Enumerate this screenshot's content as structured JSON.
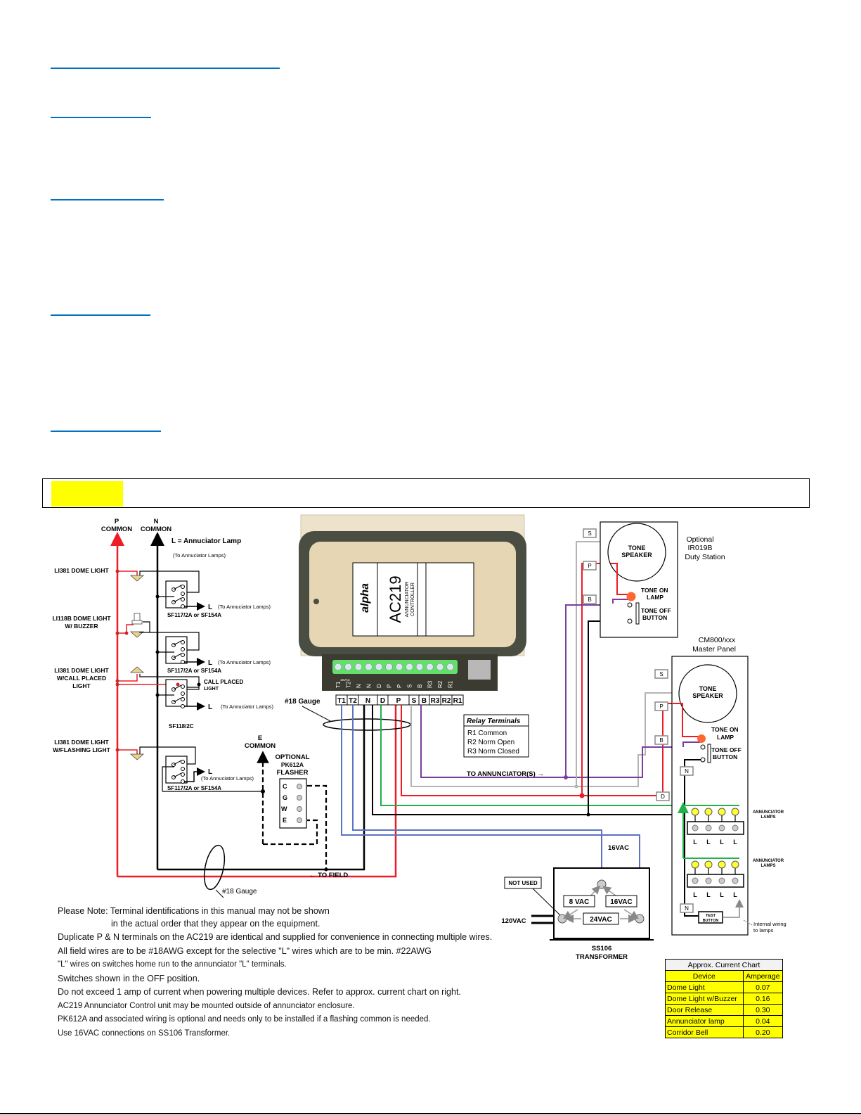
{
  "page": {
    "section_underlines": 5,
    "header_box": {
      "highlight_color": "#ffff00"
    },
    "accent_color": "#0070c0"
  },
  "diagram": {
    "left": {
      "p_common": [
        "P",
        "COMMON"
      ],
      "n_common": [
        "N",
        "COMMON"
      ],
      "legend_lamp": "L = Annuciator Lamp",
      "legend_to_lamps": "(To Annuciator Lamps)",
      "devices": [
        {
          "label": [
            "LI381 DOME LIGHT"
          ],
          "switch": "SF117/2A  or  SF154A",
          "out": "L",
          "out_note": "(To Annuciator Lamps)"
        },
        {
          "label": [
            "LI118B DOME LIGHT",
            "W/ BUZZER"
          ],
          "switch": "SF117/2A  or  SF154A",
          "out": "L",
          "out_note": "(To Annuciator Lamps)"
        },
        {
          "label": [
            "LI381 DOME LIGHT",
            "W/CALL PLACED",
            "LIGHT"
          ],
          "switch": "SF118/2C",
          "out": "L",
          "out_note": "(To Annuciator Lamps)",
          "extra": [
            "CALL PLACED",
            "LIGHT"
          ]
        },
        {
          "label": [
            "LI381 DOME LIGHT",
            "W/FLASHING LIGHT"
          ],
          "switch": "SF117/2A  or  SF154A",
          "out": "L",
          "out_note": "(To Annuciator Lamps)"
        }
      ],
      "e_common": [
        "E",
        "COMMON"
      ],
      "flasher": {
        "title": [
          "OPTIONAL",
          "PK612A",
          "FLASHER"
        ],
        "terminals": [
          "C",
          "G",
          "W",
          "E"
        ]
      },
      "gauge_bottom": "#18 Gauge",
      "to_field": "← TO FIELD"
    },
    "controller": {
      "model": "AC219",
      "name": [
        "ANNUNCIATOR",
        "CONTROLLER"
      ],
      "brand": "alpha",
      "board_labels": [
        "T1",
        "T2",
        "N",
        "N",
        "D",
        "P",
        "P",
        "S",
        "B",
        "R3",
        "R2",
        "R1"
      ],
      "board_sublabel": "16VAC",
      "terminals": [
        "T1",
        "T2",
        "N",
        "D",
        "P",
        "S",
        "B",
        "R3",
        "R2",
        "R1"
      ],
      "gauge_label": "#18 Gauge"
    },
    "relay_box": {
      "title": "Relay Terminals",
      "rows": [
        "R1 Common",
        "R2 Norm Open",
        "R3 Norm Closed"
      ]
    },
    "to_annunciators": "TO ANNUNCIATOR(S) →",
    "duty_station": {
      "title": [
        "Optional",
        "IR019B",
        "Duty Station"
      ],
      "speaker": [
        "TONE",
        "SPEAKER"
      ],
      "tone_on": [
        "TONE ON",
        "LAMP"
      ],
      "tone_off": [
        "TONE OFF",
        "BUTTON"
      ],
      "terms": [
        "S",
        "P",
        "B"
      ]
    },
    "master_panel": {
      "title": [
        "CM800/xxx",
        "Master Panel"
      ],
      "speaker": [
        "TONE",
        "SPEAKER"
      ],
      "tone_on": [
        "TONE ON",
        "LAMP"
      ],
      "tone_off": [
        "TONE OFF",
        "BUTTON"
      ],
      "terms": [
        "S",
        "P",
        "B",
        "N",
        "D"
      ],
      "lamps_label": [
        "ANNUNCIATOR",
        "LAMPS"
      ],
      "lamp_terms": [
        "L",
        "L",
        "L",
        "L"
      ],
      "test_button": [
        "TEST",
        "BUTTON"
      ],
      "internal_note": [
        "Internal  wiring",
        "to lamps"
      ]
    },
    "transformer": {
      "name": [
        "SS106",
        "TRANSFORMER"
      ],
      "label_16vac_top": "16VAC",
      "not_used": "NOT USED",
      "input": "120VAC",
      "taps": [
        "8 VAC",
        "16VAC",
        "24VAC"
      ]
    },
    "wire_colors": {
      "p": "#ee1c25",
      "n": "#000000",
      "t": "#5b73c0",
      "d": "#22b04a",
      "s": "#b4b4b4",
      "b": "#7a3f9d",
      "lamp": "#ff6633"
    }
  },
  "notes": [
    "Please Note: Terminal identifications in this manual may not be shown",
    "in the actual order that they appear on the equipment.",
    "Duplicate P & N terminals on the AC219 are identical and supplied for convenience in connecting multiple wires.",
    "All field wires are to be #18AWG except for the selective \"L\" wires which are to be min.  #22AWG",
    "\"L\" wires on switches home  run to the annunciator \"L\" terminals.",
    "Switches shown in the  OFF  position.",
    "Do not exceed 1 amp of current when powering multiple devices. Refer to approx. current chart on right.",
    "AC219  Annunciator Control unit may be mounted outside of annunciator enclosure.",
    "PK612A  and associated wiring is optional and needs only to be installed if a flashing common is needed.",
    "Use 16VAC connections on SS106 Transformer."
  ],
  "current_chart": {
    "title": "Approx. Current Chart",
    "headers": [
      "Device",
      "Amperage"
    ],
    "rows": [
      {
        "device": "Dome Light",
        "amps": "0.07"
      },
      {
        "device": "Dome Light w/Buzzer",
        "amps": "0.16"
      },
      {
        "device": "Door Release",
        "amps": "0.30"
      },
      {
        "device": "Annunciator lamp",
        "amps": "0.04"
      },
      {
        "device": "Corridor Bell",
        "amps": "0.20"
      }
    ]
  }
}
